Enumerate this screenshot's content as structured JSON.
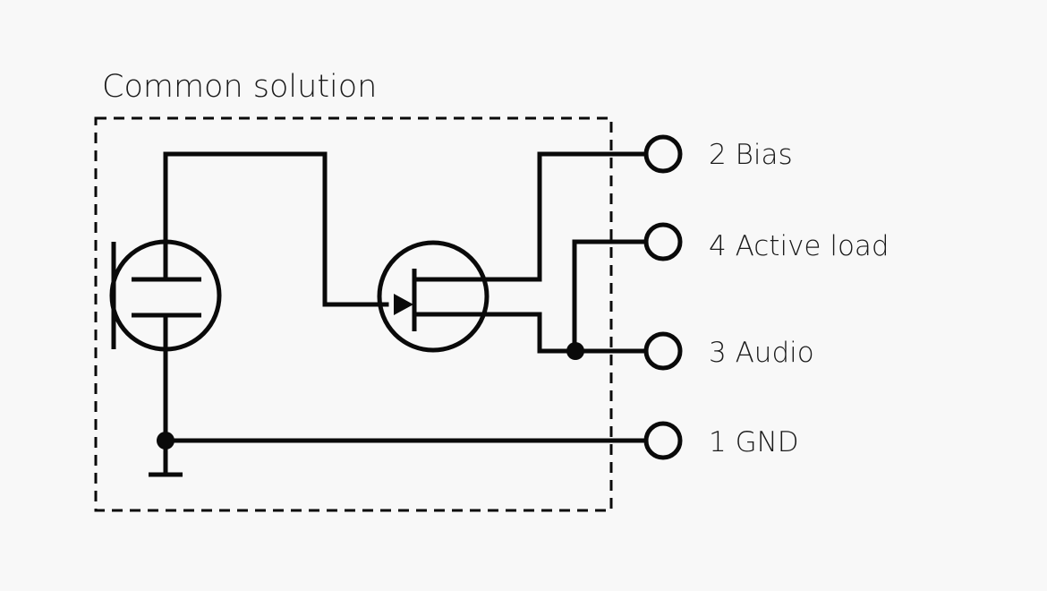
{
  "diagram": {
    "title": "Common solution",
    "pins": [
      {
        "number": "2",
        "name": "Bias"
      },
      {
        "number": "4",
        "name": "Active load"
      },
      {
        "number": "3",
        "name": "Audio"
      },
      {
        "number": "1",
        "name": "GND"
      }
    ]
  },
  "colors": {
    "background": "#f8f8f8",
    "ink": "#0a0a0a"
  }
}
